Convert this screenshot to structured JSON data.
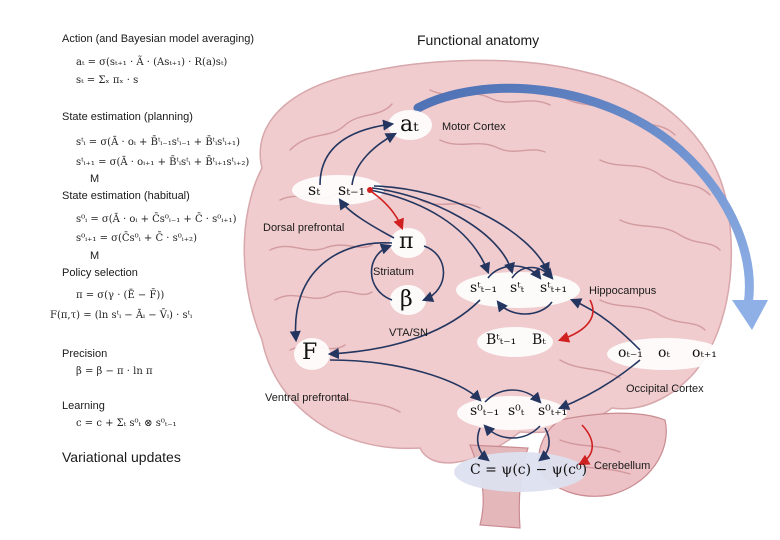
{
  "headings": {
    "functional_anatomy": "Functional anatomy",
    "action": "Action (and Bayesian model averaging)",
    "state_planning": "State estimation (planning)",
    "state_habitual": "State estimation (habitual)",
    "policy_selection": "Policy selection",
    "precision": "Precision",
    "learning": "Learning",
    "variational_updates": "Variational updates",
    "m1": "M",
    "m2": "M"
  },
  "regions": {
    "motor_cortex": "Motor Cortex",
    "dorsal_prefrontal": "Dorsal prefrontal",
    "striatum": "Striatum",
    "hippocampus": "Hippocampus",
    "vta_sn": "VTA/SN",
    "ventral_prefrontal": "Ventral prefrontal",
    "occipital_cortex": "Occipital Cortex",
    "cerebellum": "Cerebellum"
  },
  "equations": {
    "action": [
      "aₜ = σ(sₜ₊₁ · Ã · (Asₜ₊₁) · R(a)sₜ)",
      "sₜ = Σₓ πₓ · s"
    ],
    "planning": [
      "sᵗᵢ = σ(Ā · oᵢ + B̄ᵗᵢ₋₁sᵗᵢ₋₁ + B̄ᵗᵢsᵗᵢ₊₁)",
      "sᵗᵢ₊₁ = σ(Ā · oᵢ₊₁ + B̄ᵗᵢsᵗᵢ + B̄ᵗᵢ₊₁sᵗᵢ₊₂)"
    ],
    "habitual": [
      "s⁰ᵢ = σ(Ā · oᵢ + C̄s⁰ᵢ₋₁ + C̄ · s⁰ᵢ₊₁)",
      "s⁰ᵢ₊₁ = σ(C̄s⁰ᵢ + C̄ · s⁰ᵢ₊₂)"
    ],
    "policy": [
      "π = σ(γ · (Ē − F̄))",
      "F(π,τ) = (ln sᵗᵢ − Āᵢ − V̄ᵢ) · sᵗᵢ"
    ],
    "precision": [
      "β = β − π · ln π"
    ],
    "learning": [
      "c = c + Σₜ s⁰ₜ ⊗ s⁰ₜ₋₁"
    ]
  },
  "nodes": {
    "a_t": "aₜ",
    "s_t": "sₜ",
    "s_t_minus_1": "sₜ₋₁",
    "pi": "π",
    "beta": "β",
    "F": "F",
    "s_pi_minus": "sᵗₜ₋₁",
    "s_pi": "sᵗₜ",
    "s_pi_plus": "sᵗₜ₊₁",
    "B_pi_minus": "Bᵗₜ₋₁",
    "B_t": "Bₜ",
    "o_minus": "oₜ₋₁",
    "o_t": "oₜ",
    "o_plus": "oₜ₊₁",
    "s0_minus": "s⁰ₜ₋₁",
    "s0": "s⁰ₜ",
    "s0_plus": "s⁰ₜ₊₁",
    "C_eq": "C = ψ(c) − ψ(c⁰)"
  },
  "colors": {
    "brain": "#f0ccce",
    "brain_fold": "#c98b90",
    "arrow_dark": "#243660",
    "arrow_red": "#d02020",
    "blue_arrow": "#6f95d3",
    "node_ellipse": "#dde0ef"
  }
}
